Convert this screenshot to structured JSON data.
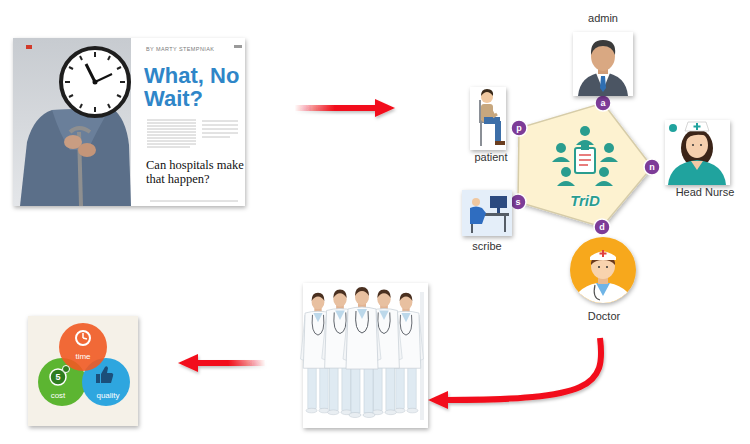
{
  "diagram": {
    "nodes": [
      {
        "text": [
          "BY MARTY STEMPNIAK",
          "What, No Wait?",
          "Can hospitals make that happen?"
        ]
      },
      {
        "text": [
          "TriD"
        ]
      },
      {
        "text": [
          "a"
        ],
        "in": 1
      },
      {
        "text": [
          "n"
        ],
        "in": 1
      },
      {
        "text": [
          "d"
        ],
        "in": 1
      },
      {
        "text": [
          "s"
        ],
        "in": 1
      },
      {
        "text": [
          "p"
        ],
        "in": 1
      },
      {
        "text": [
          "admin"
        ],
        "in": 1
      },
      {
        "text": [
          "Head Nurse"
        ],
        "in": 1
      },
      {
        "text": [
          "Doctor"
        ],
        "in": 1
      },
      {
        "text": [
          "scribe"
        ],
        "in": 1
      },
      {
        "text": [
          "patient"
        ],
        "in": 1
      },
      {
        "text": []
      },
      {
        "text": []
      },
      {
        "text": [
          "time"
        ],
        "in": 13
      },
      {
        "text": [
          "cost"
        ],
        "in": 13
      },
      {
        "text": [
          "quality"
        ],
        "in": 13
      }
    ],
    "edges": [
      {
        "from": 0,
        "to": 1,
        "arrow": "to"
      },
      {
        "from": 1,
        "to": 12,
        "arrow": "to"
      },
      {
        "from": 12,
        "to": 13,
        "arrow": "to"
      }
    ],
    "labels": [
      "5"
    ]
  }
}
